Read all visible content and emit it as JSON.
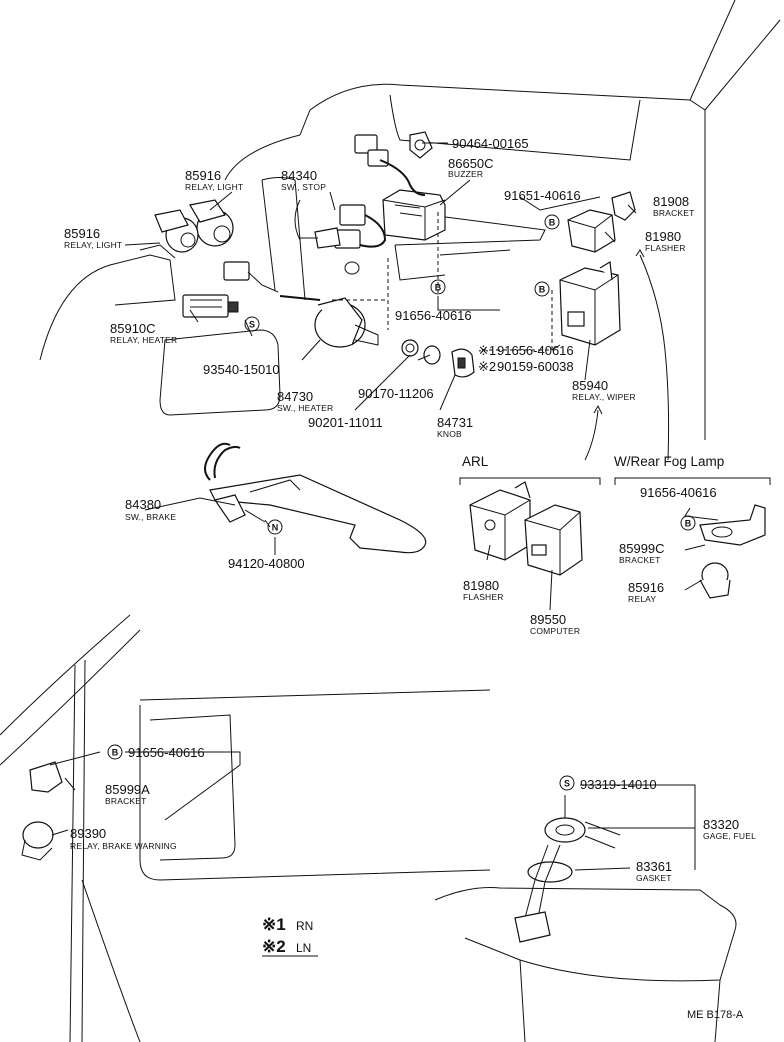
{
  "parts": {
    "p90464": {
      "number": "90464-00165"
    },
    "p86650c": {
      "number": "86650C",
      "caption": "BUZZER"
    },
    "p85916_top": {
      "number": "85916",
      "caption": "RELAY, LIGHT"
    },
    "p84340": {
      "number": "84340",
      "caption": "SW., STOP"
    },
    "p91651": {
      "number": "91651-40616"
    },
    "p81908": {
      "number": "81908",
      "caption": "BRACKET"
    },
    "p81980_top": {
      "number": "81980",
      "caption": "FLASHER"
    },
    "p85916_left": {
      "number": "85916",
      "caption": "RELAY, LIGHT"
    },
    "p91656_mid": {
      "number": "91656-40616"
    },
    "p85910c": {
      "number": "85910C",
      "caption": "RELAY, HEATER"
    },
    "p91656_n1": {
      "number": "91656-40616"
    },
    "p90159": {
      "number": "90159-60038"
    },
    "p93540": {
      "number": "93540-15010"
    },
    "p84730": {
      "number": "84730",
      "caption": "SW., HEATER"
    },
    "p90170": {
      "number": "90170-11206"
    },
    "p85940": {
      "number": "85940",
      "caption": "RELAY., WIPER"
    },
    "p90201": {
      "number": "90201-11011"
    },
    "p84731": {
      "number": "84731",
      "caption": "KNOB"
    },
    "p84380": {
      "number": "84380",
      "caption": "SW., BRAKE"
    },
    "p94120": {
      "number": "94120-40800"
    },
    "p91656_fog": {
      "number": "91656-40616"
    },
    "p85999c": {
      "number": "85999C",
      "caption": "BRACKET"
    },
    "p85916_fog": {
      "number": "85916",
      "caption": "RELAY"
    },
    "p81980_arl": {
      "number": "81980",
      "caption": "FLASHER"
    },
    "p89550": {
      "number": "89550",
      "caption": "COMPUTER"
    },
    "p91656_low": {
      "number": "91656-40616"
    },
    "p85999a": {
      "number": "85999A",
      "caption": "BRACKET"
    },
    "p89390": {
      "number": "89390",
      "caption": "RELAY, BRAKE WARNING"
    },
    "p93319": {
      "number": "93319-14010"
    },
    "p83320": {
      "number": "83320",
      "caption": "GAGE, FUEL"
    },
    "p83361": {
      "number": "83361",
      "caption": "GASKET"
    }
  },
  "markers": {
    "S": "S",
    "B": "B",
    "N": "N"
  },
  "note_marks": {
    "n1": "※1",
    "n2": "※2"
  },
  "groups": {
    "arl": "ARL",
    "fog": "W/Rear Fog Lamp"
  },
  "legend": [
    {
      "mark": "※1",
      "code": "RN"
    },
    {
      "mark": "※2",
      "code": "LN"
    }
  ],
  "footer_code": "ME B178-A"
}
